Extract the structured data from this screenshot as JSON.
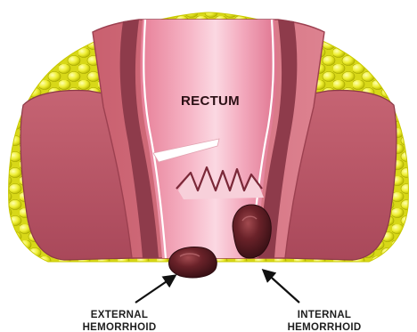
{
  "labels": {
    "rectum": "RECTUM",
    "external_line1": "EXTERNAL",
    "external_line2": "HEMORRHOID",
    "internal_line1": "INTERNAL",
    "internal_line2": "HEMORRHOID"
  },
  "colors": {
    "fat": "#ecec2a",
    "fat_outline": "#b3b300",
    "muscle": "#c05a68",
    "muscle_dark": "#8c3a46",
    "wall": "#d6707e",
    "lumen": "#f2a6b8",
    "lumen_light": "#fbd5e0",
    "hemorrhoid": "#5a2026",
    "arrow": "#111111"
  }
}
